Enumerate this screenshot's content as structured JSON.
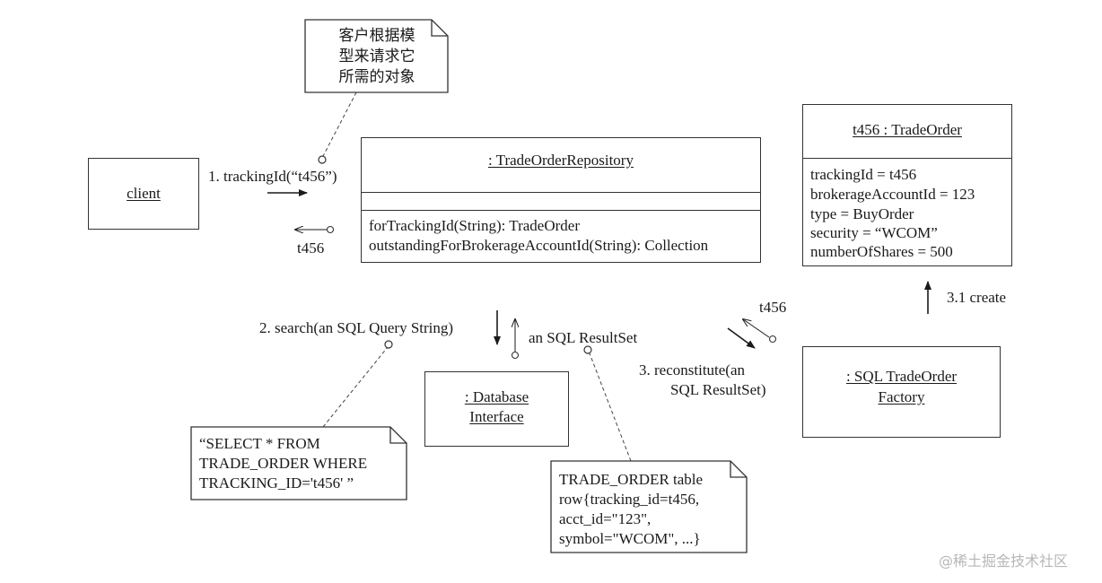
{
  "client": {
    "label": "client"
  },
  "note_top": {
    "lines": [
      "客户根据模",
      "型来请求它",
      "所需的对象"
    ]
  },
  "repository": {
    "name": ": TradeOrderRepository",
    "methods": [
      "forTrackingId(String): TradeOrder",
      "outstandingForBrokerageAccountId(String): Collection"
    ]
  },
  "msg_tracking": {
    "label": "1. trackingId(“t456”)",
    "return": "t456"
  },
  "trade_order": {
    "name": "t456 : TradeOrder",
    "attributes": [
      "trackingId = t456",
      "brokerageAccountId = 123",
      "type = BuyOrder",
      "security = “WCOM”",
      "numberOfShares = 500"
    ]
  },
  "msg_create": {
    "label": "3.1 create"
  },
  "msg_search": {
    "label": "2. search(an SQL Query String)",
    "return": "an SQL ResultSet"
  },
  "database": {
    "lines": [
      ": Database",
      "Interface"
    ]
  },
  "msg_reconstitute": {
    "lines": [
      "3. reconstitute(an",
      "SQL ResultSet)"
    ],
    "return": "t456"
  },
  "factory": {
    "lines": [
      ": SQL TradeOrder",
      "Factory"
    ]
  },
  "note_sql": {
    "lines": [
      "“SELECT * FROM",
      "TRADE_ORDER WHERE",
      "TRACKING_ID='t456' ”"
    ]
  },
  "note_table": {
    "lines": [
      "TRADE_ORDER table",
      "row{tracking_id=t456,",
      "acct_id=\"123\",",
      "symbol=\"WCOM\", ...}"
    ]
  },
  "watermark": "@稀土掘金技术社区"
}
